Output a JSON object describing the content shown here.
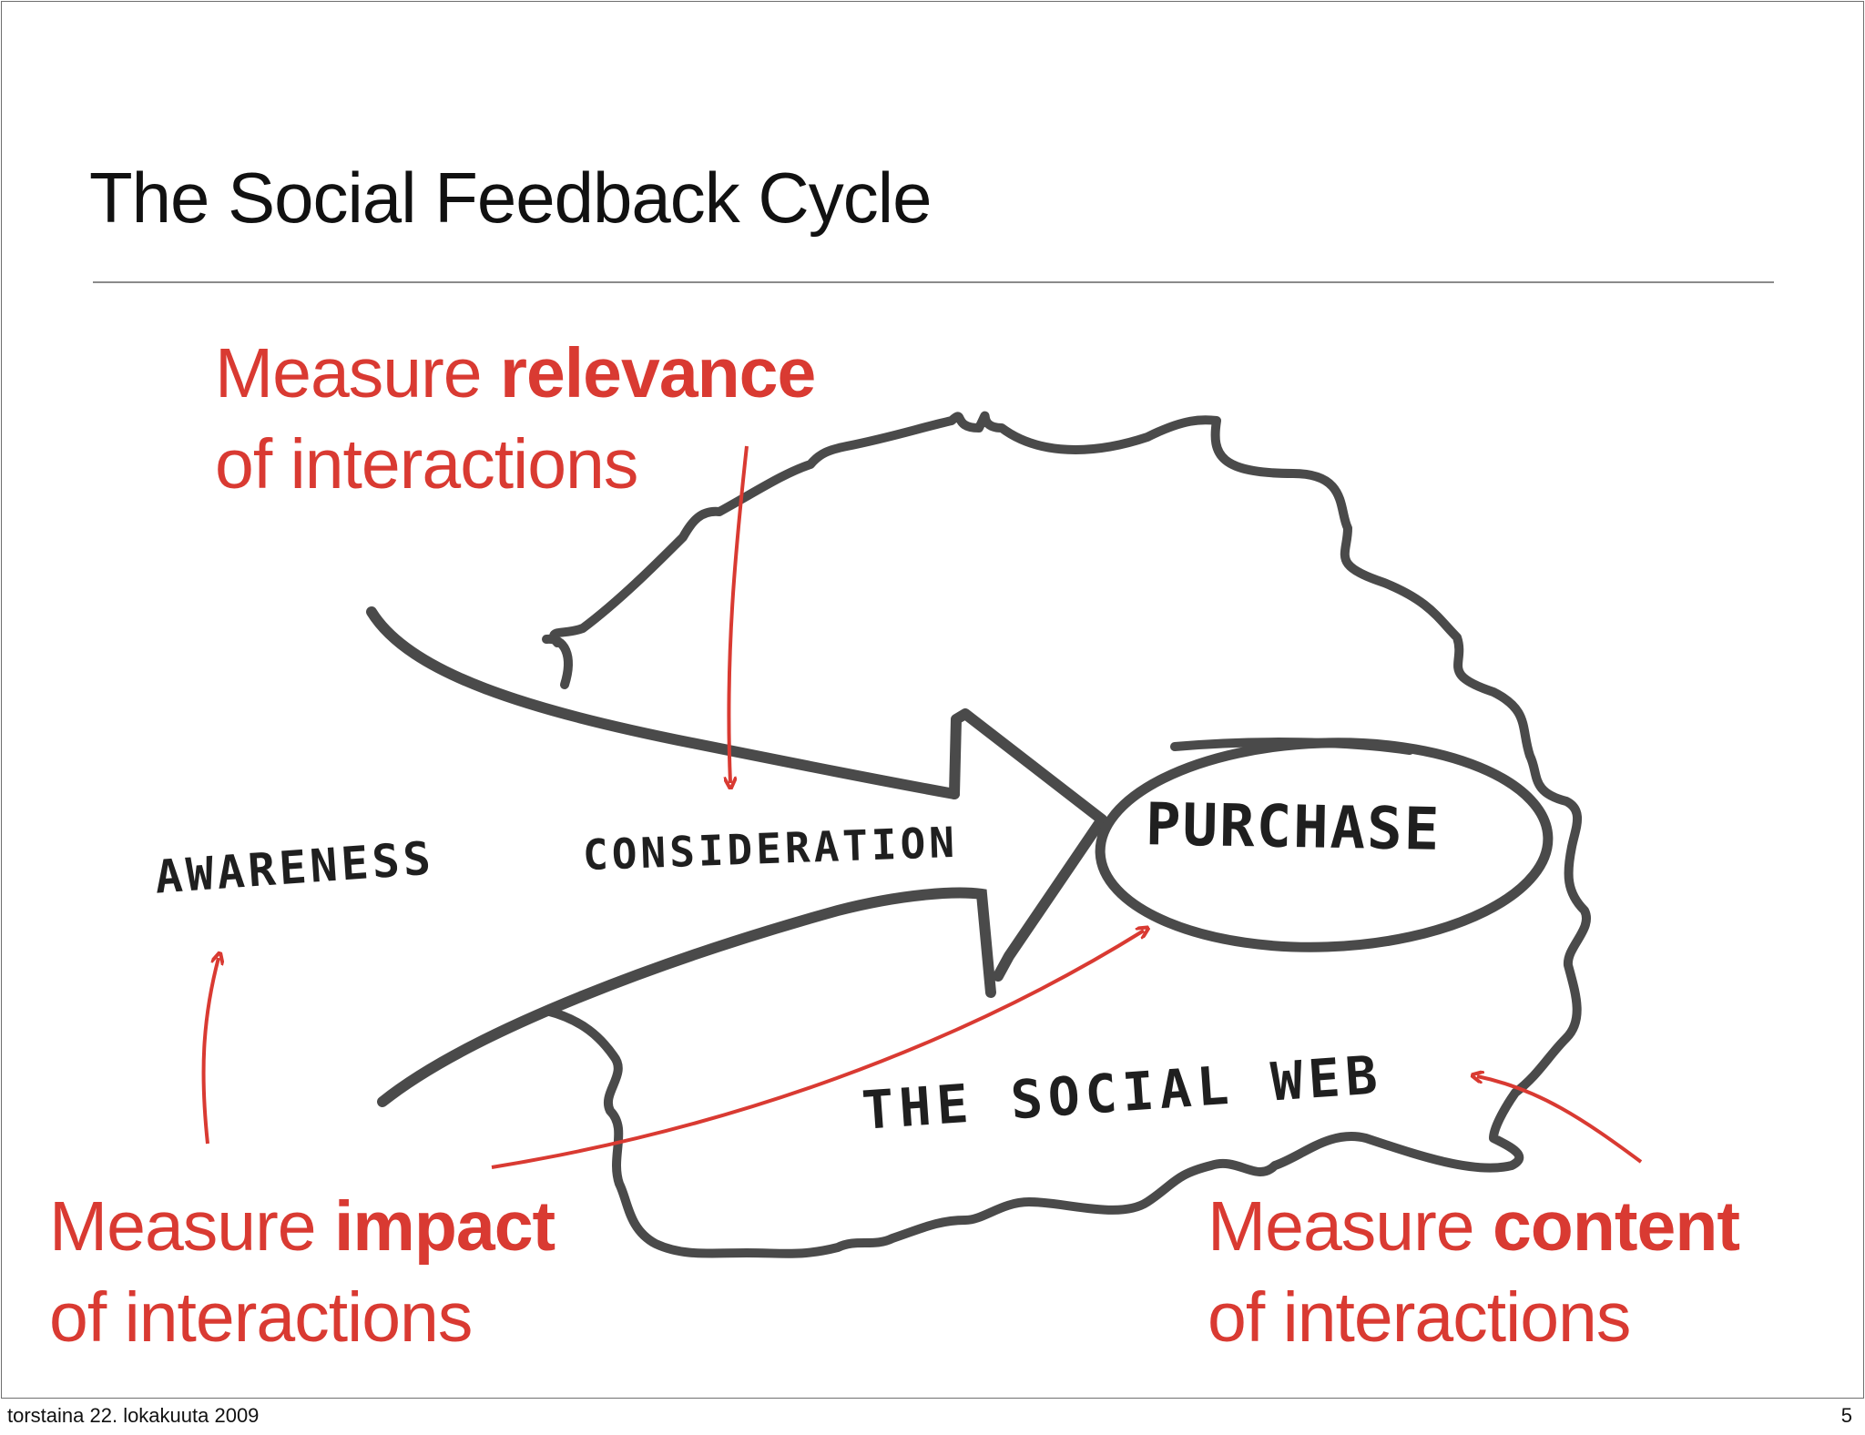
{
  "slide": {
    "title": "The Social Feedback Cycle"
  },
  "callouts": {
    "relevance": {
      "prefix": "Measure ",
      "bold": "relevance",
      "second_line": "of interactions"
    },
    "impact": {
      "prefix": "Measure ",
      "bold": "impact",
      "second_line": "of interactions"
    },
    "content": {
      "prefix": "Measure ",
      "bold": "content",
      "second_line": "of interactions"
    }
  },
  "sketch_labels": {
    "awareness": "AWARENESS",
    "consideration": "CONSIDERATION",
    "purchase": "PURCHASE",
    "social_web": "THE SOCIAL WEB"
  },
  "footer": {
    "date": "torstaina 22. lokakuuta 2009",
    "page": "5"
  },
  "colors": {
    "accent_red": "#d93a32",
    "sketch_stroke": "#4a4a4a",
    "rule": "#8a8a8a"
  }
}
